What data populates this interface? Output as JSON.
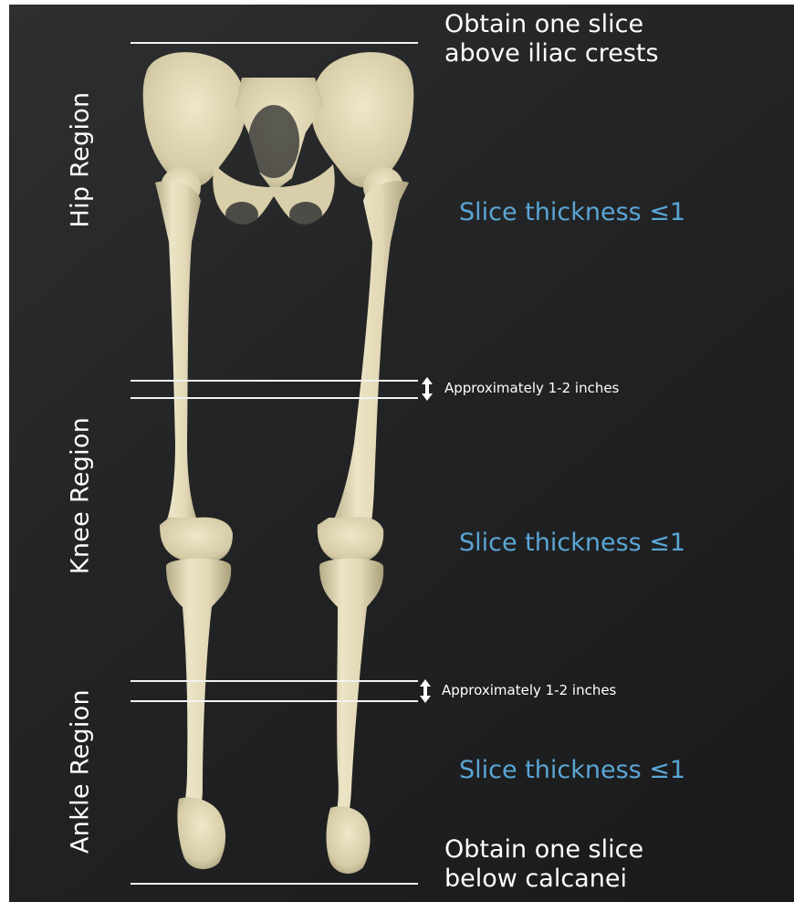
{
  "regions": {
    "hip": "Hip Region",
    "knee": "Knee Region",
    "ankle": "Ankle Region"
  },
  "notes": {
    "top": [
      "Obtain one slice",
      "above iliac crests"
    ],
    "bottom": [
      "Obtain one slice",
      "below calcanei"
    ]
  },
  "slice_thickness": {
    "hip": "Slice thickness ≤1",
    "knee": "Slice thickness ≤1",
    "ankle": "Slice thickness ≤1"
  },
  "gaps": {
    "hip_knee": "Approximately 1-2 inches",
    "knee_ankle": "Approximately 1-2 inches"
  },
  "colors": {
    "background": "#232425",
    "bone": "#ddd3b1",
    "thickness_text": "#5aa6d6",
    "line": "#f2f2f2"
  },
  "icons": [
    "double-arrow-icon"
  ]
}
